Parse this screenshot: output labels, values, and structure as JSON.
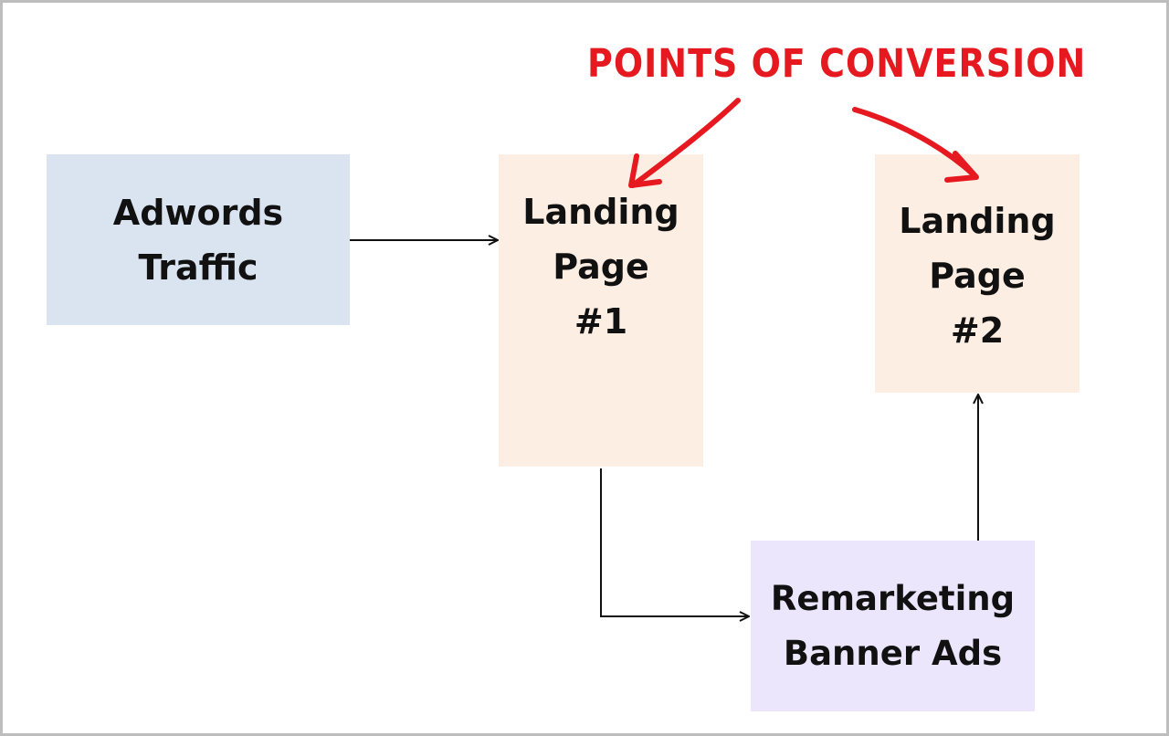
{
  "callout": {
    "text": "POINTS OF CONVERSION",
    "color": "#e5191f"
  },
  "nodes": {
    "adwords": {
      "line1": "Adwords",
      "line2": "Traffic",
      "color": "#dae3f0"
    },
    "landing_page_1": {
      "line1": "Landing",
      "line2": "Page",
      "line3": "#1",
      "color": "#fdeee4"
    },
    "landing_page_2": {
      "line1": "Landing",
      "line2": "Page",
      "line3": "#2",
      "color": "#fdeee4"
    },
    "remarketing": {
      "line1": "Remarketing",
      "line2": "Banner Ads",
      "color": "#ebe6fb"
    }
  }
}
